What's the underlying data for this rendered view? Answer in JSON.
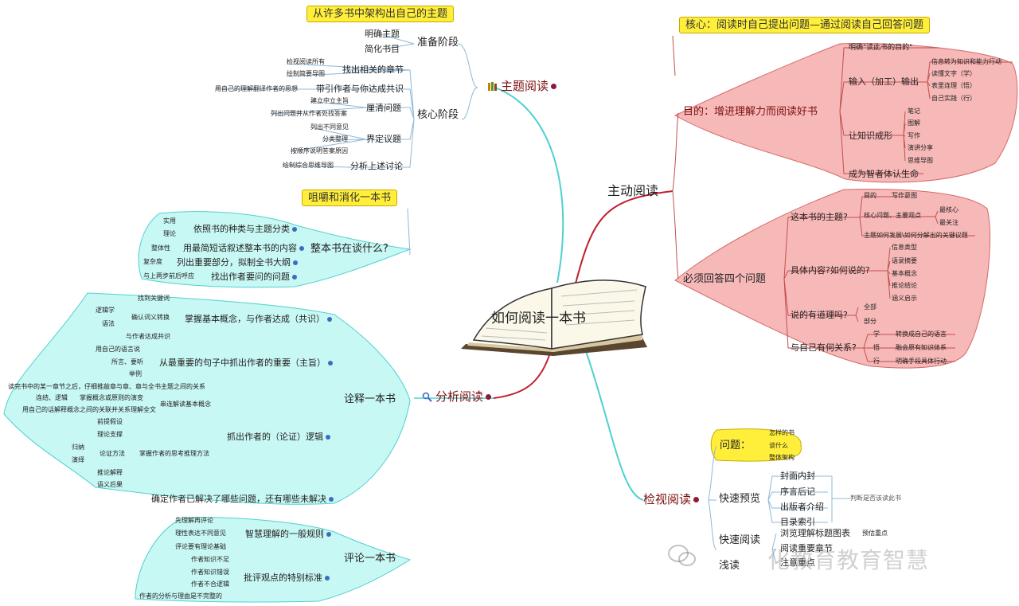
{
  "center": {
    "title": "如何阅读一本书"
  },
  "theme": {
    "branch_label": "主题阅读",
    "header": "从许多书中架构出自己的主题",
    "stage1": {
      "label": "准备阶段",
      "items": [
        "明确主题",
        "简化书目"
      ]
    },
    "stage2": {
      "label": "核心阶段",
      "groups": [
        {
          "label": "找出相关的章节",
          "notes": [
            "检视阅读所有",
            "绘制简要导图"
          ]
        },
        {
          "label": "带引作者与你达成共识",
          "notes": [
            "用自己的理解翻译作者的思想"
          ]
        },
        {
          "label": "厘清问题",
          "notes": [
            "建立中立主旨",
            "列出问题并从作者处找答案"
          ]
        },
        {
          "label": "界定议题",
          "notes": [
            "列出不同意见",
            "分类整理",
            "按顺序说明答案原因"
          ]
        },
        {
          "label": "分析上述讨论",
          "notes": [
            "绘制综合思维导图"
          ]
        }
      ]
    }
  },
  "active": {
    "branch_label": "主动阅读",
    "header": "核心：阅读时自己提出问题—通过阅读自己回答问题",
    "purpose": {
      "label": "目的：增进理解力而阅读好书",
      "items": {
        "clear": "明确\"读此书的目的\"",
        "io": "输入（加工）输出",
        "io_notes": [
          "信息转为知识和能力行动",
          "读懂文字（学）",
          "表里连理（悟）",
          "自己实践（行）"
        ],
        "form": "让知识成形",
        "form_notes": [
          "笔记",
          "图解",
          "写作",
          "演讲分享",
          "思维导图"
        ],
        "become": "成为智者体认生命"
      }
    },
    "questions": {
      "label": "必须回答四个问题",
      "q1": {
        "label": "这本书的主题?",
        "a": "目的",
        "a_note": "写作意图",
        "b": "核心问题、主要观点",
        "b_notes": [
          "最核心",
          "最关注"
        ],
        "c": "主题如何发展\\如何分解出的关键议题"
      },
      "q2": {
        "label": "具体内容?如何说的?",
        "notes": [
          "信息类型",
          "语录摘要",
          "基本概念",
          "推论结论",
          "涵义启示"
        ]
      },
      "q3": {
        "label": "说的有道理吗?",
        "notes": [
          "全部",
          "部分"
        ]
      },
      "q4": {
        "label": "与自己有何关系?",
        "rows": [
          {
            "k": "学",
            "v": "转换成自己的语言"
          },
          {
            "k": "悟",
            "v": "融会原有知识体系"
          },
          {
            "k": "行",
            "v": "明确手段具体行动"
          }
        ]
      }
    }
  },
  "digest": {
    "header": "咀嚼和消化一本书",
    "whole": {
      "label": "整本书在谈什么?",
      "rows": [
        {
          "label": "依照书的种类与主题分类",
          "notes": [
            "实用",
            "理论"
          ]
        },
        {
          "label": "用最简短话叙述整本书的内容",
          "notes": [
            "整体性"
          ]
        },
        {
          "label": "列出重要部分，拟制全书大纲",
          "notes": [
            "复杂度"
          ]
        },
        {
          "label": "找出作者要问的问题",
          "notes": [
            "与上两步前后呼应"
          ]
        }
      ]
    }
  },
  "analysis": {
    "branch_label": "分析阅读",
    "interpret": {
      "label": "诠释一本书",
      "terms": {
        "label": "掌握基本概念，与作者达成（共识）",
        "notes": [
          "找到关键词",
          "确认词义转换",
          "与作者达成共识",
          "逻辑学",
          "语法"
        ]
      },
      "theme": {
        "label": "从最重要的句子中抓出作者的重要（主旨）",
        "notes": [
          "用自己的语言说",
          "所言、要听",
          "举例"
        ]
      },
      "logic": {
        "label": "抓出作者的（论证）逻辑",
        "notes": [
          "读完书中的某一章节之后，仔细推敲章与章、章与全书主题之间的关系",
          "连结、逻辑",
          "掌握概念或原则的演变",
          "串连解读基本概念",
          "用自己的话解释概念之间的关联并关系理解全文",
          "前提假设",
          "理论支撑",
          "归纳",
          "演绎",
          "论证方法",
          "掌握作者的思考推理方法",
          "推论解释",
          "语义后果"
        ]
      },
      "solved": {
        "label": "确定作者已解决了哪些问题，还有哪些未解决"
      }
    },
    "critique": {
      "label": "评论一本书",
      "general": {
        "label": "智慧理解的一般规则",
        "notes": [
          "先理解再评论",
          "理性表达不同意见",
          "评论要有理论基础"
        ]
      },
      "special": {
        "label": "批评观点的特别标准",
        "notes": [
          "作者知识不足",
          "作者知识错误",
          "作者不合逻辑",
          "作者的分析与理由是不完整的"
        ]
      }
    }
  },
  "inspect": {
    "branch_label": "检视阅读",
    "question": {
      "label": "问题：",
      "notes": [
        "怎样的书",
        "谈什么",
        "整体架构"
      ]
    },
    "quick": {
      "label": "快速预览",
      "items": [
        "封面内封",
        "序言后记",
        "出版者介绍",
        "目录索引"
      ],
      "note": "判断是否该读此书"
    },
    "fast": {
      "label": "快速阅读",
      "items": [
        "浏览理解标题图表",
        "阅读重要章节",
        "注意重点"
      ],
      "note": "预估重点"
    },
    "shallow": {
      "label": "浅读"
    }
  },
  "watermark": {
    "text": "化教育教育智慧"
  },
  "colors": {
    "yellow": "#ffef3a",
    "cyan_fill": "#c8f8f4",
    "cyan_line": "#4fd0d0",
    "pink_fill": "#f7b8b8",
    "pink_line": "#d46a6a",
    "branch_text": "#7a1010"
  }
}
